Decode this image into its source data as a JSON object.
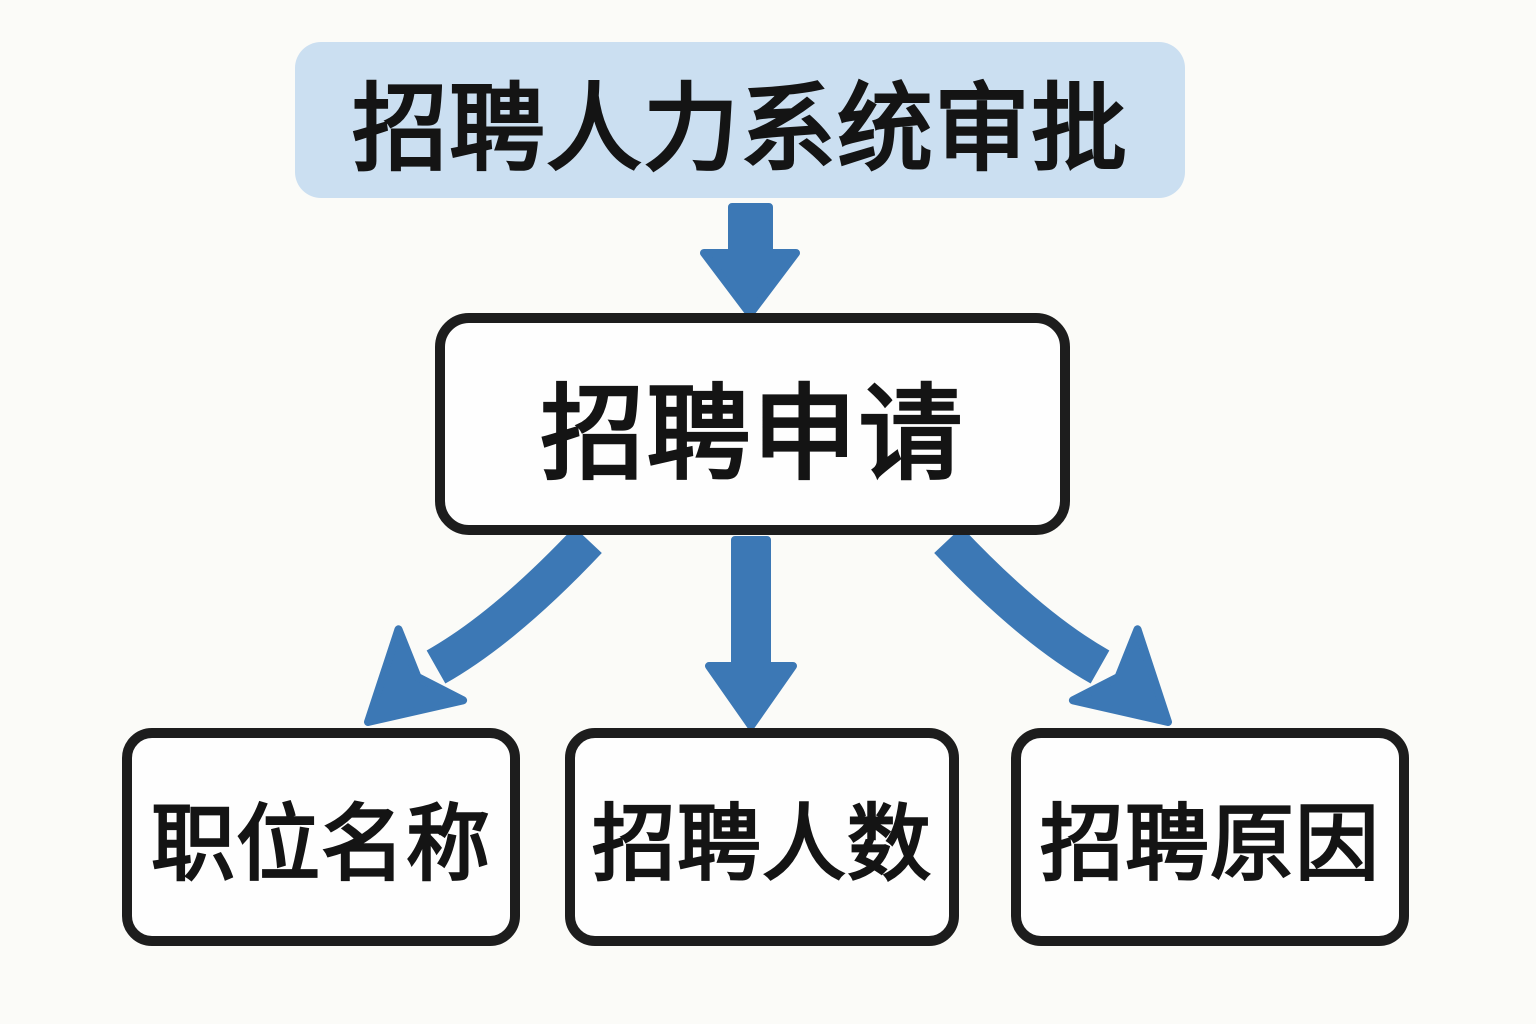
{
  "diagram": {
    "top": {
      "label": "招聘人力系统审批"
    },
    "root": {
      "label": "招聘申请"
    },
    "children": [
      {
        "label": "职位名称"
      },
      {
        "label": "招聘人数"
      },
      {
        "label": "招聘原因"
      }
    ]
  },
  "colors": {
    "arrow_blue": "#3c78b5",
    "top_box_fill": "#cbdff1",
    "node_fill": "#fefefe",
    "box_border": "#1d1d1d",
    "background": "#fbfbf8",
    "text": "#141414"
  }
}
